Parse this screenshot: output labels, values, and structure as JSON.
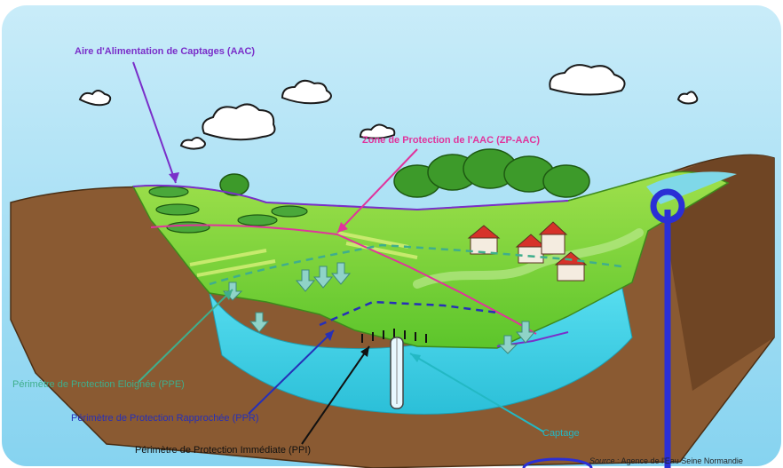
{
  "labels": {
    "aac": "Aire d'Alimentation de Captages (AAC)",
    "zp_aac": "Zone de Protection de l'AAC (ZP-AAC)",
    "ppe": "Périmètre de Protection Eloignée (PPE)",
    "ppr": "Périmètre de Protection Rapprochée (PPR)",
    "ppi": "Périmètre de Protection Immédiate (PPI)",
    "captage": "Captage"
  },
  "source": {
    "prefix": "Source",
    "text": " : Agence de l'Eau Seine Normandie"
  },
  "colors": {
    "sky": "#8fd8f2",
    "grass": "#7ed23c",
    "soil": "#8a5a32",
    "water": "#3fd3e8",
    "aac_line": "#7a2fc9",
    "zp_line": "#e0349c",
    "ppe_line": "#3fae8c",
    "ppr_line": "#2630b8",
    "ppi_line": "#111111",
    "captage_line": "#23b8c4",
    "marker": "#2a2fd6"
  }
}
